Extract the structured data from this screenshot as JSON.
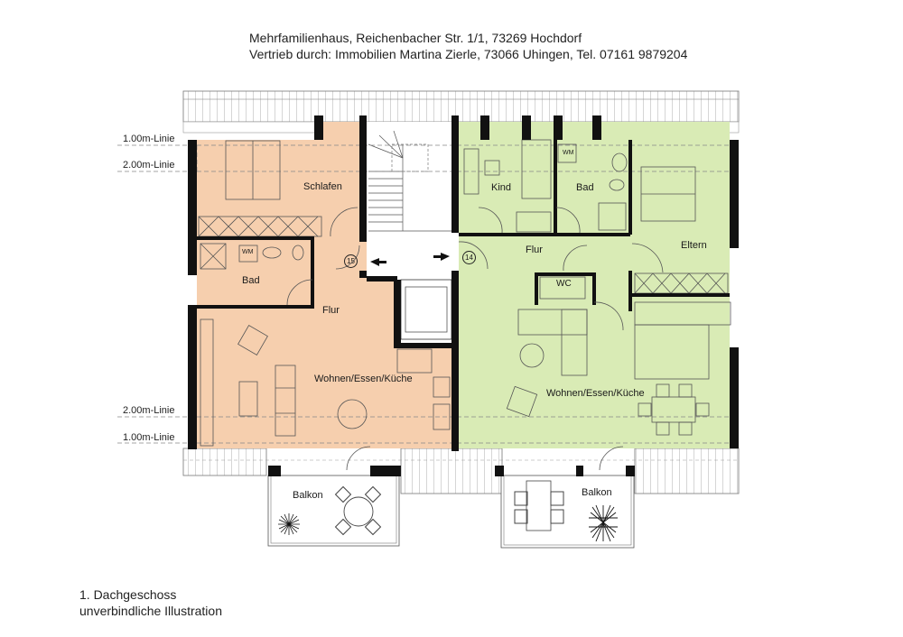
{
  "header": {
    "line1": "Mehrfamilienhaus, Reichenbacher Str. 1/1, 73269 Hochdorf",
    "line2": "Vertrieb durch: Immobilien Martina Zierle, 73066 Uhingen, Tel. 07161 9879204"
  },
  "height_lines": {
    "top_1m": "1.00m-Linie",
    "top_2m": "2.00m-Linie",
    "bottom_2m": "2.00m-Linie",
    "bottom_1m": "1.00m-Linie"
  },
  "colors": {
    "unit15": "#f6cfae",
    "unit14": "#d9ebb5",
    "wall": "#111111",
    "line": "#555555"
  },
  "units": {
    "left": {
      "number": "15",
      "rooms": {
        "schlafen": "Schlafen",
        "bad": "Bad",
        "flur": "Flur",
        "wohnen": "Wohnen/Essen/Küche",
        "balkon": "Balkon",
        "wm": "WM"
      }
    },
    "right": {
      "number": "14",
      "rooms": {
        "kind": "Kind",
        "bad": "Bad",
        "eltern": "Eltern",
        "flur": "Flur",
        "wc": "WC",
        "wohnen": "Wohnen/Essen/Küche",
        "balkon": "Balkon",
        "wm": "WM"
      }
    }
  },
  "footer": {
    "line1": "1. Dachgeschoss",
    "line2": "unverbindliche Illustration"
  }
}
